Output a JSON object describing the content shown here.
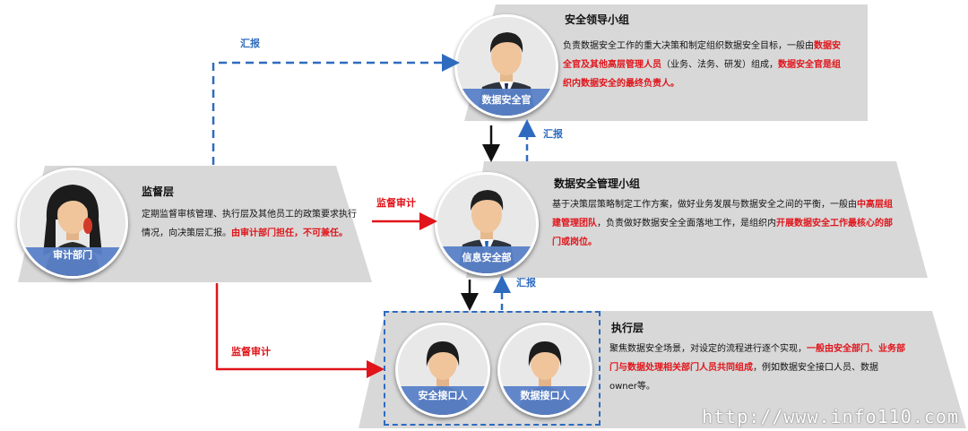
{
  "leadership": {
    "title": "安全领导小组",
    "desc_1": "负责数据安全工作的重大决策和制定组织数据安全目标，一般由",
    "desc_red_1": "数据安全官及其他高层管理人员",
    "desc_2": "（业务、法务、研发）组成，",
    "desc_red_2": "数据安全官是组织内数据安全的最终负责人。",
    "role": "数据安全官"
  },
  "management": {
    "title": "数据安全管理小组",
    "desc_1": "基于决策层策略制定工作方案，做好业务发展与数据安全之间的平衡，一般由",
    "desc_red_1": "中高层组建管理团队",
    "desc_2": "，负责做好数据安全全面落地工作，是组织内",
    "desc_red_2": "开展数据安全工作最核心的部门或岗位。",
    "role": "信息安全部"
  },
  "supervision": {
    "title": "监督层",
    "desc_1": "定期监督审核管理、执行层及其他员工的政策要求执行情况，向决策层汇报。",
    "desc_red": "由审计部门担任，不可兼任。",
    "role": "审计部门"
  },
  "execution": {
    "title": "执行层",
    "desc_1": "聚焦数据安全场景，对设定的流程进行逐个实现，",
    "desc_red": "一般由安全部门、业务部门与数据处理相关部门人员共同组成",
    "desc_2": "，例如数据安全接口人员、数据owner等。",
    "role_1": "安全接口人",
    "role_2": "数据接口人"
  },
  "connectors": {
    "report_top": "汇报",
    "report_mid": "汇报",
    "report_low": "汇报",
    "audit_mid": "监督审计",
    "audit_low": "监督审计"
  },
  "watermark": "http://www.info110.com",
  "colors": {
    "panel": "#d7d7d7",
    "band": "#5a82c8",
    "dashed": "#2e6bbf",
    "audit": "#e0141a",
    "text_red": "#e0141a"
  }
}
